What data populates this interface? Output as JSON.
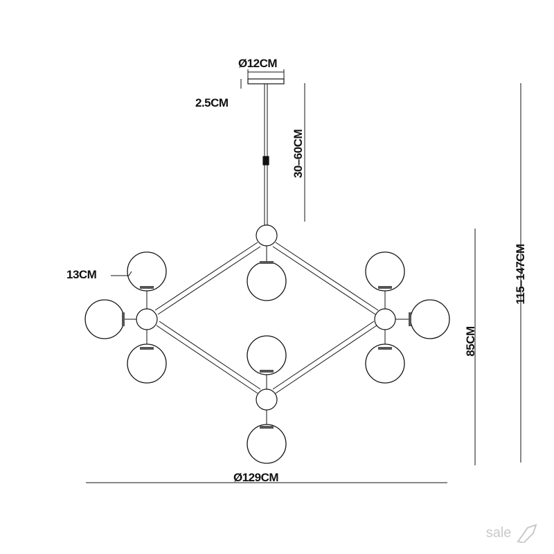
{
  "dimensions": {
    "canopy_diameter": "Ø12CM",
    "canopy_height": "2.5CM",
    "rod_length": "30–60CM",
    "globe_diameter": "13CM",
    "body_height": "85CM",
    "total_height": "115–147CM",
    "overall_width": "Ø129CM"
  },
  "watermark": "sale"
}
